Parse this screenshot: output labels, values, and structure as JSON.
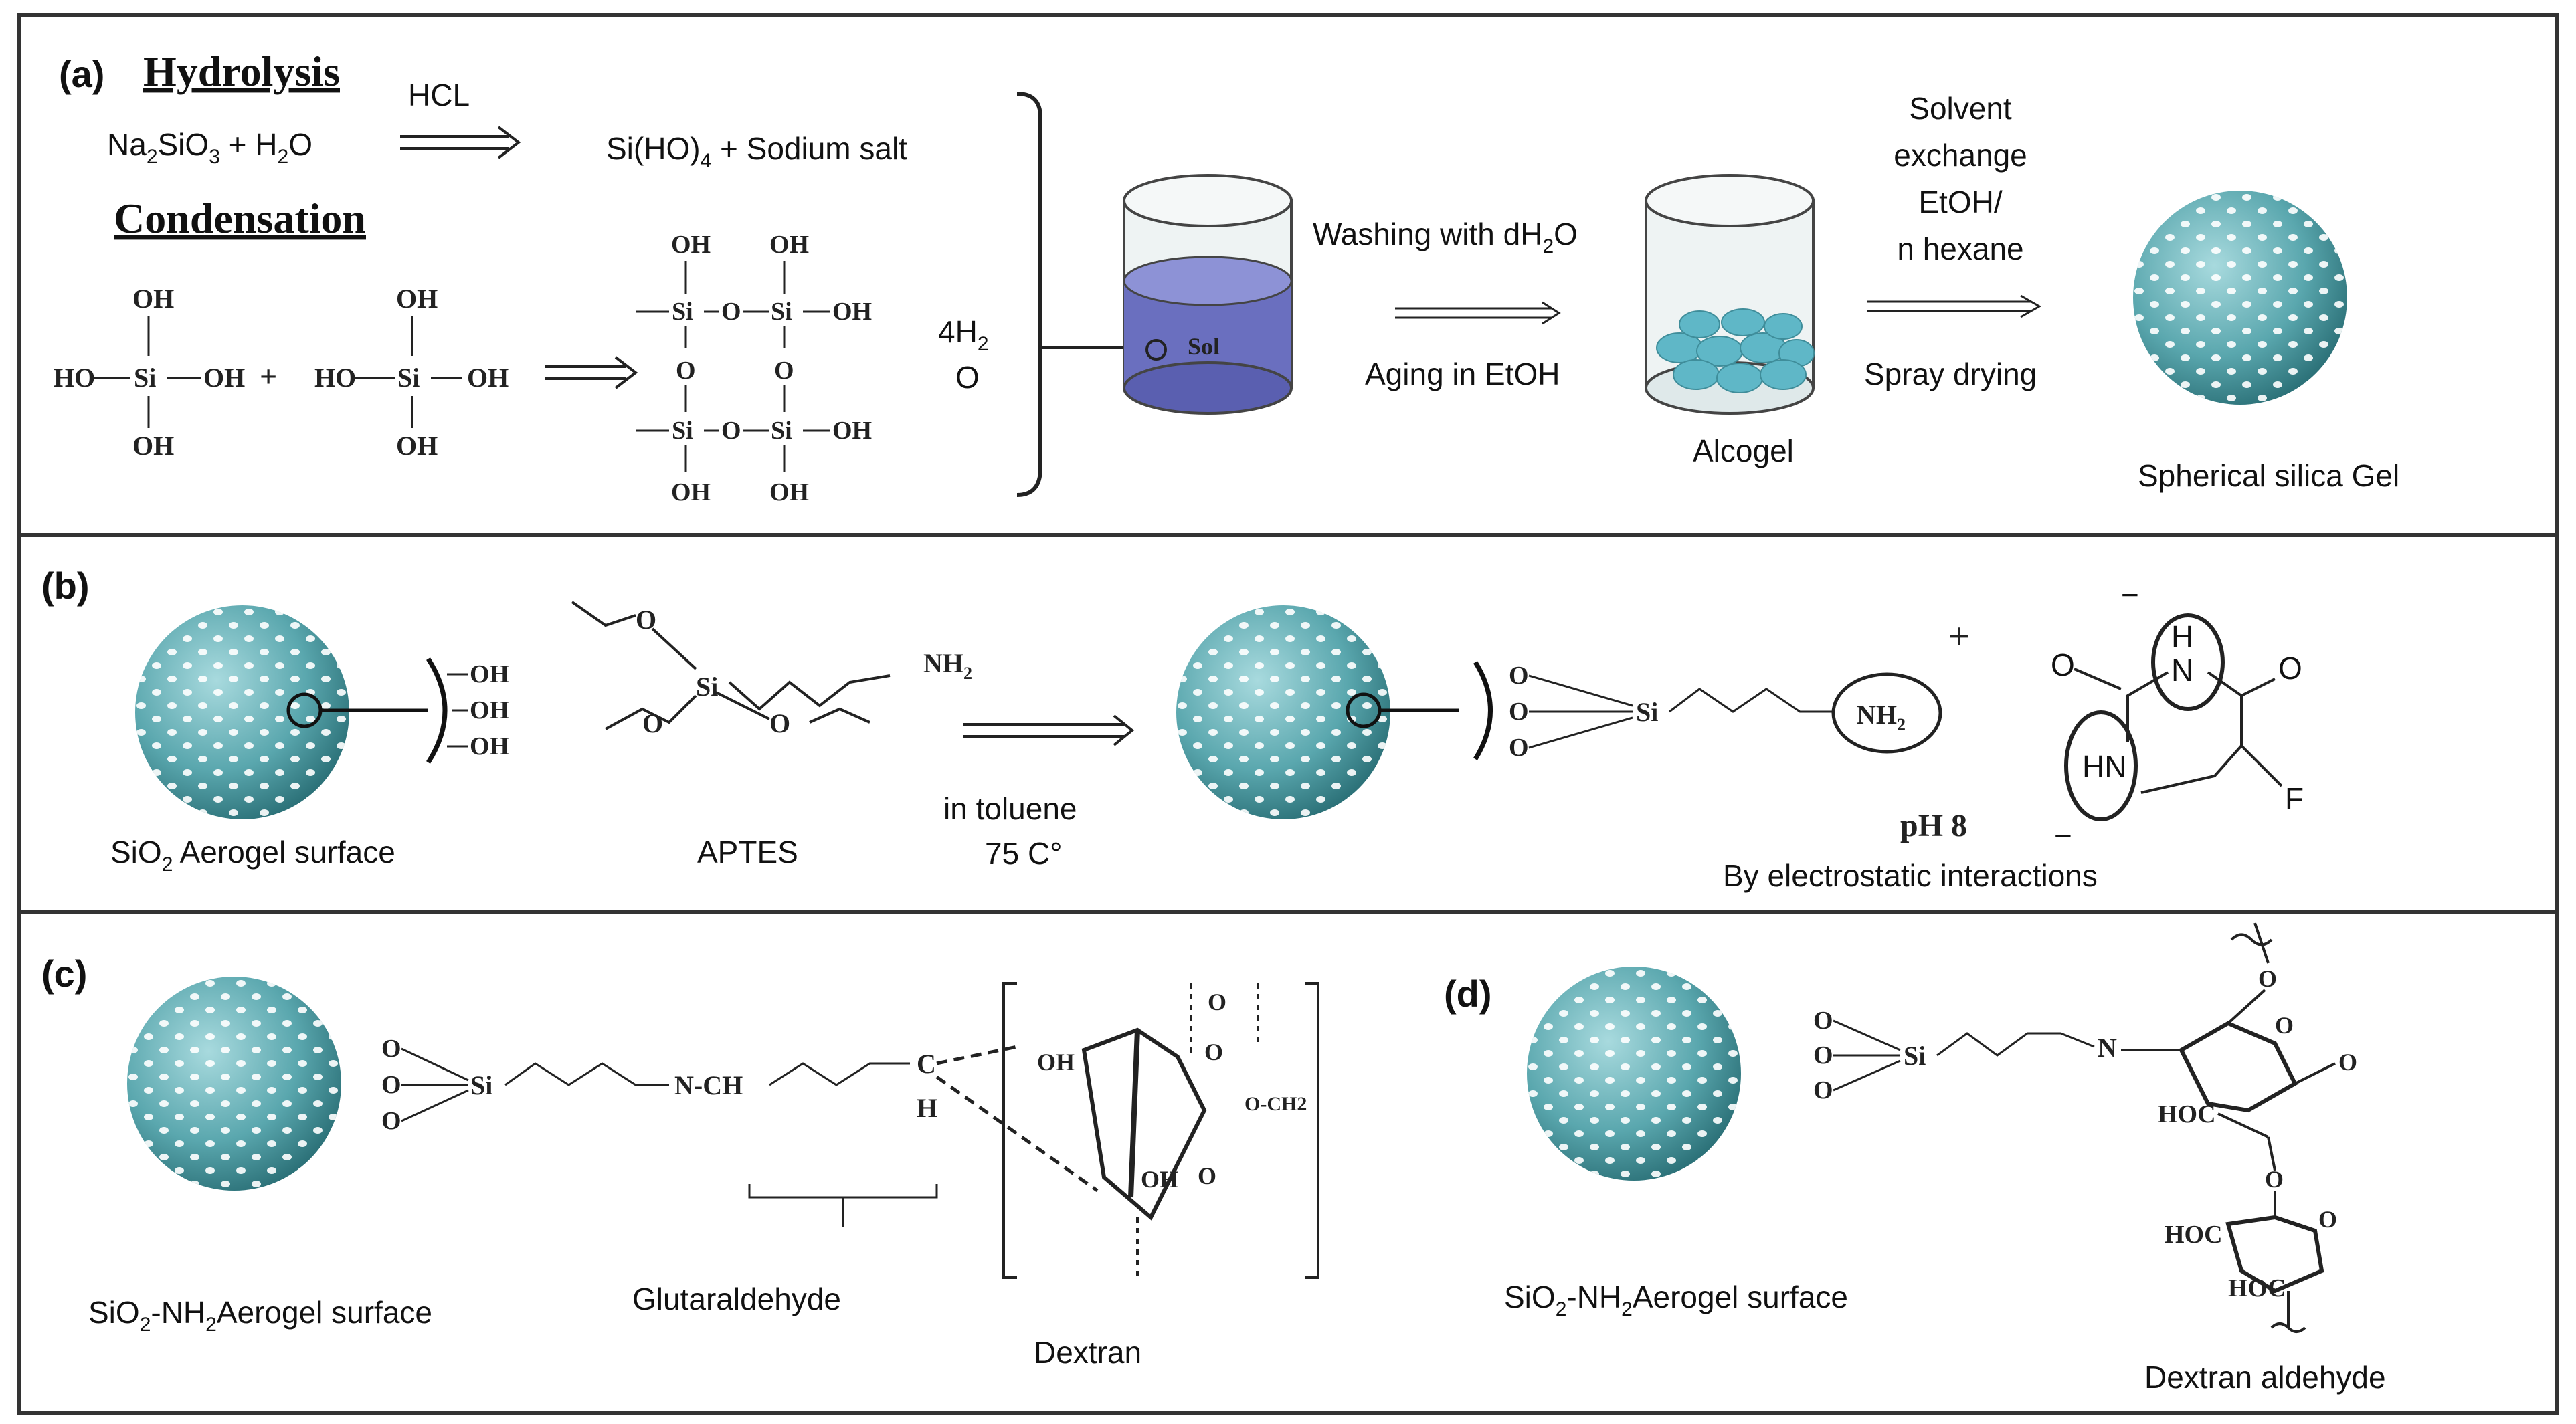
{
  "panel_a": {
    "tag": "(a)",
    "hydrolysis_title": "Hydrolysis",
    "reactant_na": "Na",
    "reactant_rest": "SiO",
    "reactant_water": " + H",
    "catalyst": "HCL",
    "product_si": "Si(HO)",
    "product_salt": " + Sodium salt",
    "condensation_title": "Condensation",
    "water_coeff": "4H",
    "water_o": "O",
    "sol_label": "Sol",
    "wash_label": "Washing with dH",
    "aging_label": "Aging in EtOH",
    "alcogel_label": "Alcogel",
    "solvent_line1": "Solvent",
    "solvent_line2": "exchange",
    "solvent_line3": "EtOH/",
    "solvent_line4": "n hexane",
    "spray_label": "Spray drying",
    "sphere_label": "Spherical silica Gel"
  },
  "panel_b": {
    "tag": "(b)",
    "surface_label": "SiO",
    "surface_label_rest": " Aerogel surface",
    "aptes_label": "APTES",
    "condition1": "in toluene",
    "condition2": "75 C°",
    "ph_label": "pH 8",
    "interaction_label": "By electrostatic interactions"
  },
  "panel_c": {
    "tag": "(c)",
    "surface_label": "SiO",
    "surface_label_mid": "-NH",
    "surface_label_rest": "Aerogel surface",
    "glutaraldehyde_label": "Glutaraldehyde",
    "dextran_label": "Dextran"
  },
  "panel_d": {
    "tag": "(d)",
    "surface_label": "SiO",
    "surface_label_mid": "-NH",
    "surface_label_rest": "Aerogel surface",
    "dextran_aldehyde_label": "Dextran aldehyde"
  },
  "chem": {
    "oh": "OH",
    "ho": "HO",
    "si": "Si",
    "o": "O",
    "nh2": "NH",
    "h": "H",
    "n": "N",
    "f": "F",
    "hn": "HN",
    "hoc": "HOC",
    "nch": "N-CH",
    "c": "C",
    "och2": "O-CH2",
    "plus": "+",
    "minus": "−",
    "sub2": "2",
    "sub3": "3",
    "sub4": "4"
  },
  "colors": {
    "sphere_light": "#7ec3c9",
    "sphere_dark": "#2f7f87",
    "sol_blue": "#6a6fbf",
    "frame": "#333333"
  }
}
